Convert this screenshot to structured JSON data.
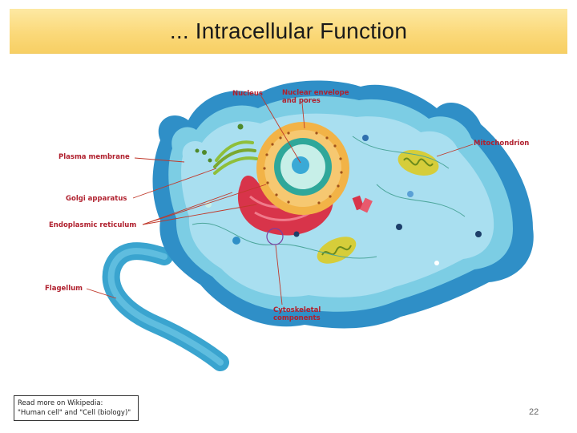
{
  "slide": {
    "title": "... Intracellular Function",
    "page_number": "22"
  },
  "diagram": {
    "labels": {
      "nucleus": "Nucleus",
      "nuclear_envelope_line1": "Nuclear envelope",
      "nuclear_envelope_line2": "and pores",
      "mitochondrion": "Mitochondrion",
      "plasma_membrane": "Plasma membrane",
      "golgi": "Golgi apparatus",
      "er": "Endoplasmic reticulum",
      "flagellum": "Flagellum",
      "cytoskeletal_line1": "Cytoskeletal",
      "cytoskeletal_line2": "components"
    },
    "colors": {
      "cell_outer": "#2f8fc7",
      "cell_inner": "#7ccde4",
      "cytoplasm": "#a9dff0",
      "nucleus_envelope": "#f2b347",
      "nucleolus": "#3aa9d6",
      "er": "#d8344a",
      "mitochondria": "#d6cd3a",
      "golgi": "#8fbf3a",
      "label": "#b0202e",
      "leader_line": "#c0392b"
    }
  },
  "note": {
    "line1": "Read more on Wikipedia:",
    "line2": "\"Human cell\" and \"Cell (biology)\""
  }
}
